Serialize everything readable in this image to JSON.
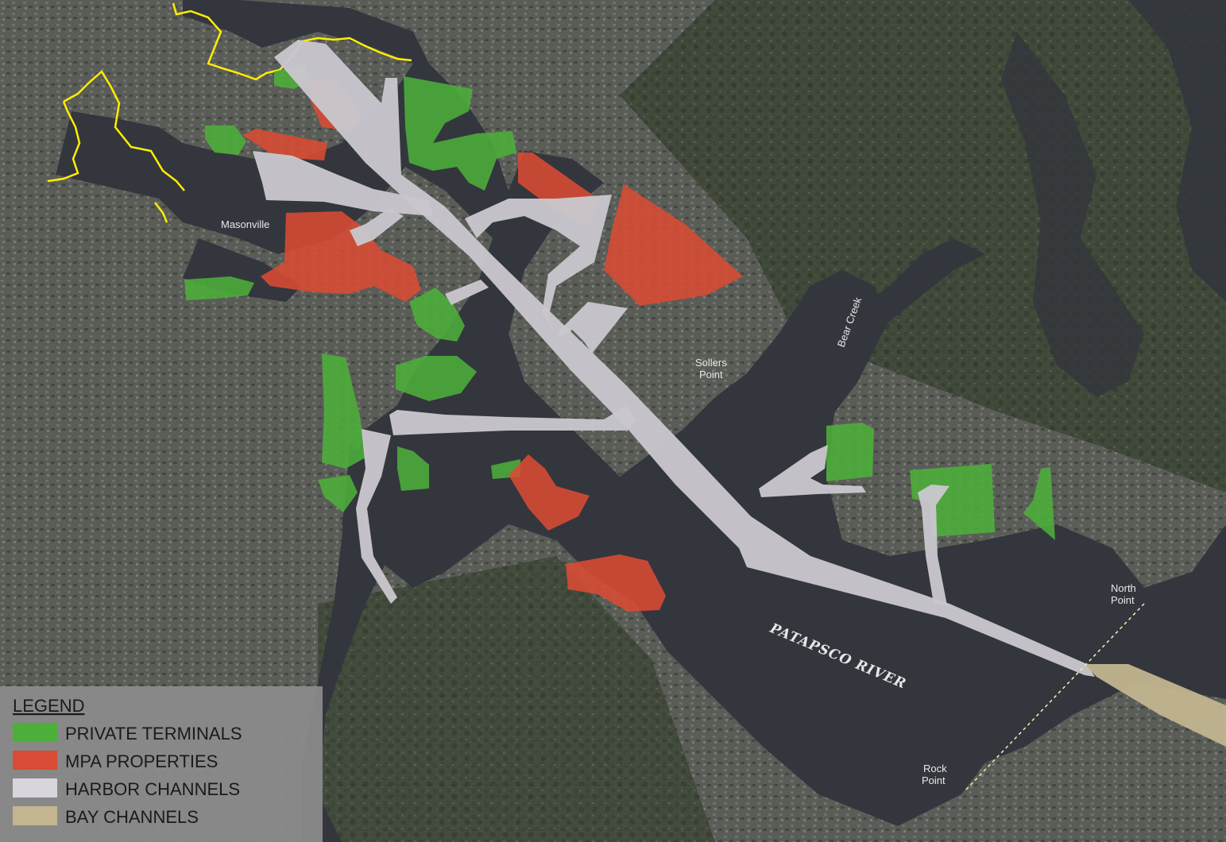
{
  "map": {
    "labels": {
      "masonville": "Masonville",
      "sollers_1": "Sollers",
      "sollers_2": "Point",
      "bear_creek": "Bear Creek",
      "north_1": "North",
      "north_2": "Point",
      "rock_1": "Rock",
      "rock_2": "Point",
      "river": "PATAPSCO RIVER"
    },
    "colors": {
      "private_terminals": "#4caf3a",
      "mpa_properties": "#d94b34",
      "harbor_channels": "#c9c7cd",
      "bay_channels": "#c2b58f",
      "boundary": "#ffee00",
      "water": "#33363d",
      "land": "#4d5148"
    }
  },
  "legend": {
    "title": "LEGEND",
    "items": [
      {
        "label": "PRIVATE TERMINALS",
        "color": "#4caf3a"
      },
      {
        "label": "MPA PROPERTIES",
        "color": "#d94b34"
      },
      {
        "label": "HARBOR CHANNELS",
        "color": "#c9c7cd"
      },
      {
        "label": "BAY CHANNELS",
        "color": "#c2b58f"
      }
    ]
  }
}
